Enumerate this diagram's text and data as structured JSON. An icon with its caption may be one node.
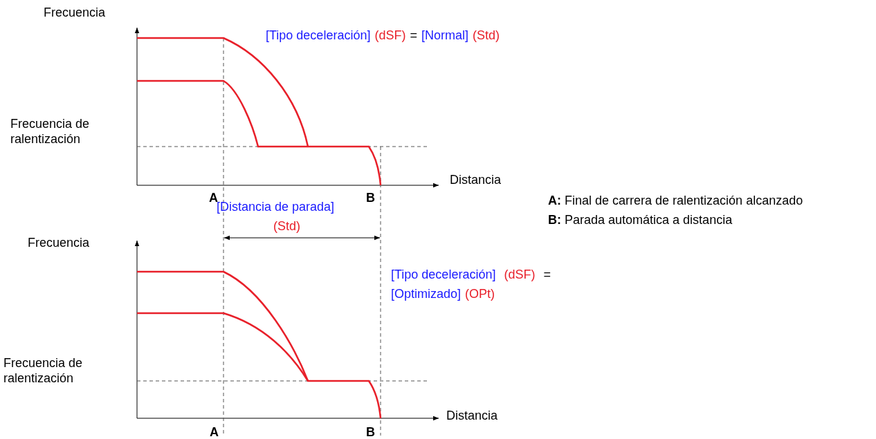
{
  "diagram": {
    "labels": [
      "Frecuencia",
      "[Tipo deceleración]",
      "(dSF)",
      "=",
      "[Normal]",
      "(Std)",
      "Frecuencia de ralentización",
      "Distancia",
      "A",
      "B",
      "**A:** Final de carrera de ralentización alcanzado",
      "**B:** Parada automática a distancia",
      "[Distancia de parada]",
      "(Std)",
      "Frecuencia",
      "[Tipo deceleración]",
      "(dSF)",
      "=",
      "[Optimizado]",
      "(OPt)",
      "Frecuencia de ralentización",
      "Distancia",
      "A",
      "B"
    ]
  }
}
